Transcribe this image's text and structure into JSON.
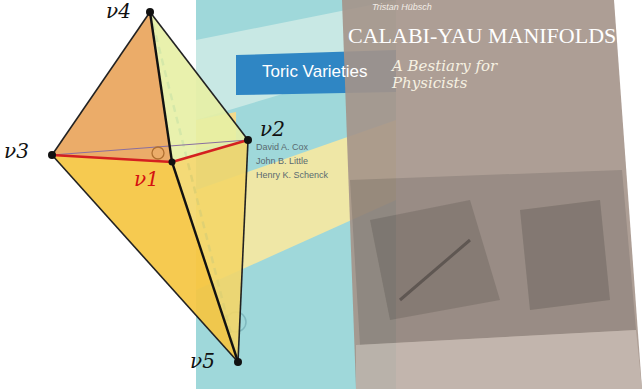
{
  "diagram": {
    "labels": [
      "ν4",
      "ν2",
      "ν3",
      "ν1",
      "ν5",
      "Toric Varieties",
      "David A. Cox",
      "John B. Little",
      "Henry K. Schenck",
      "Tristan Hübsch",
      "CALABI-YAU MANIFOLDS",
      "A Bestiary for Physicists"
    ]
  }
}
